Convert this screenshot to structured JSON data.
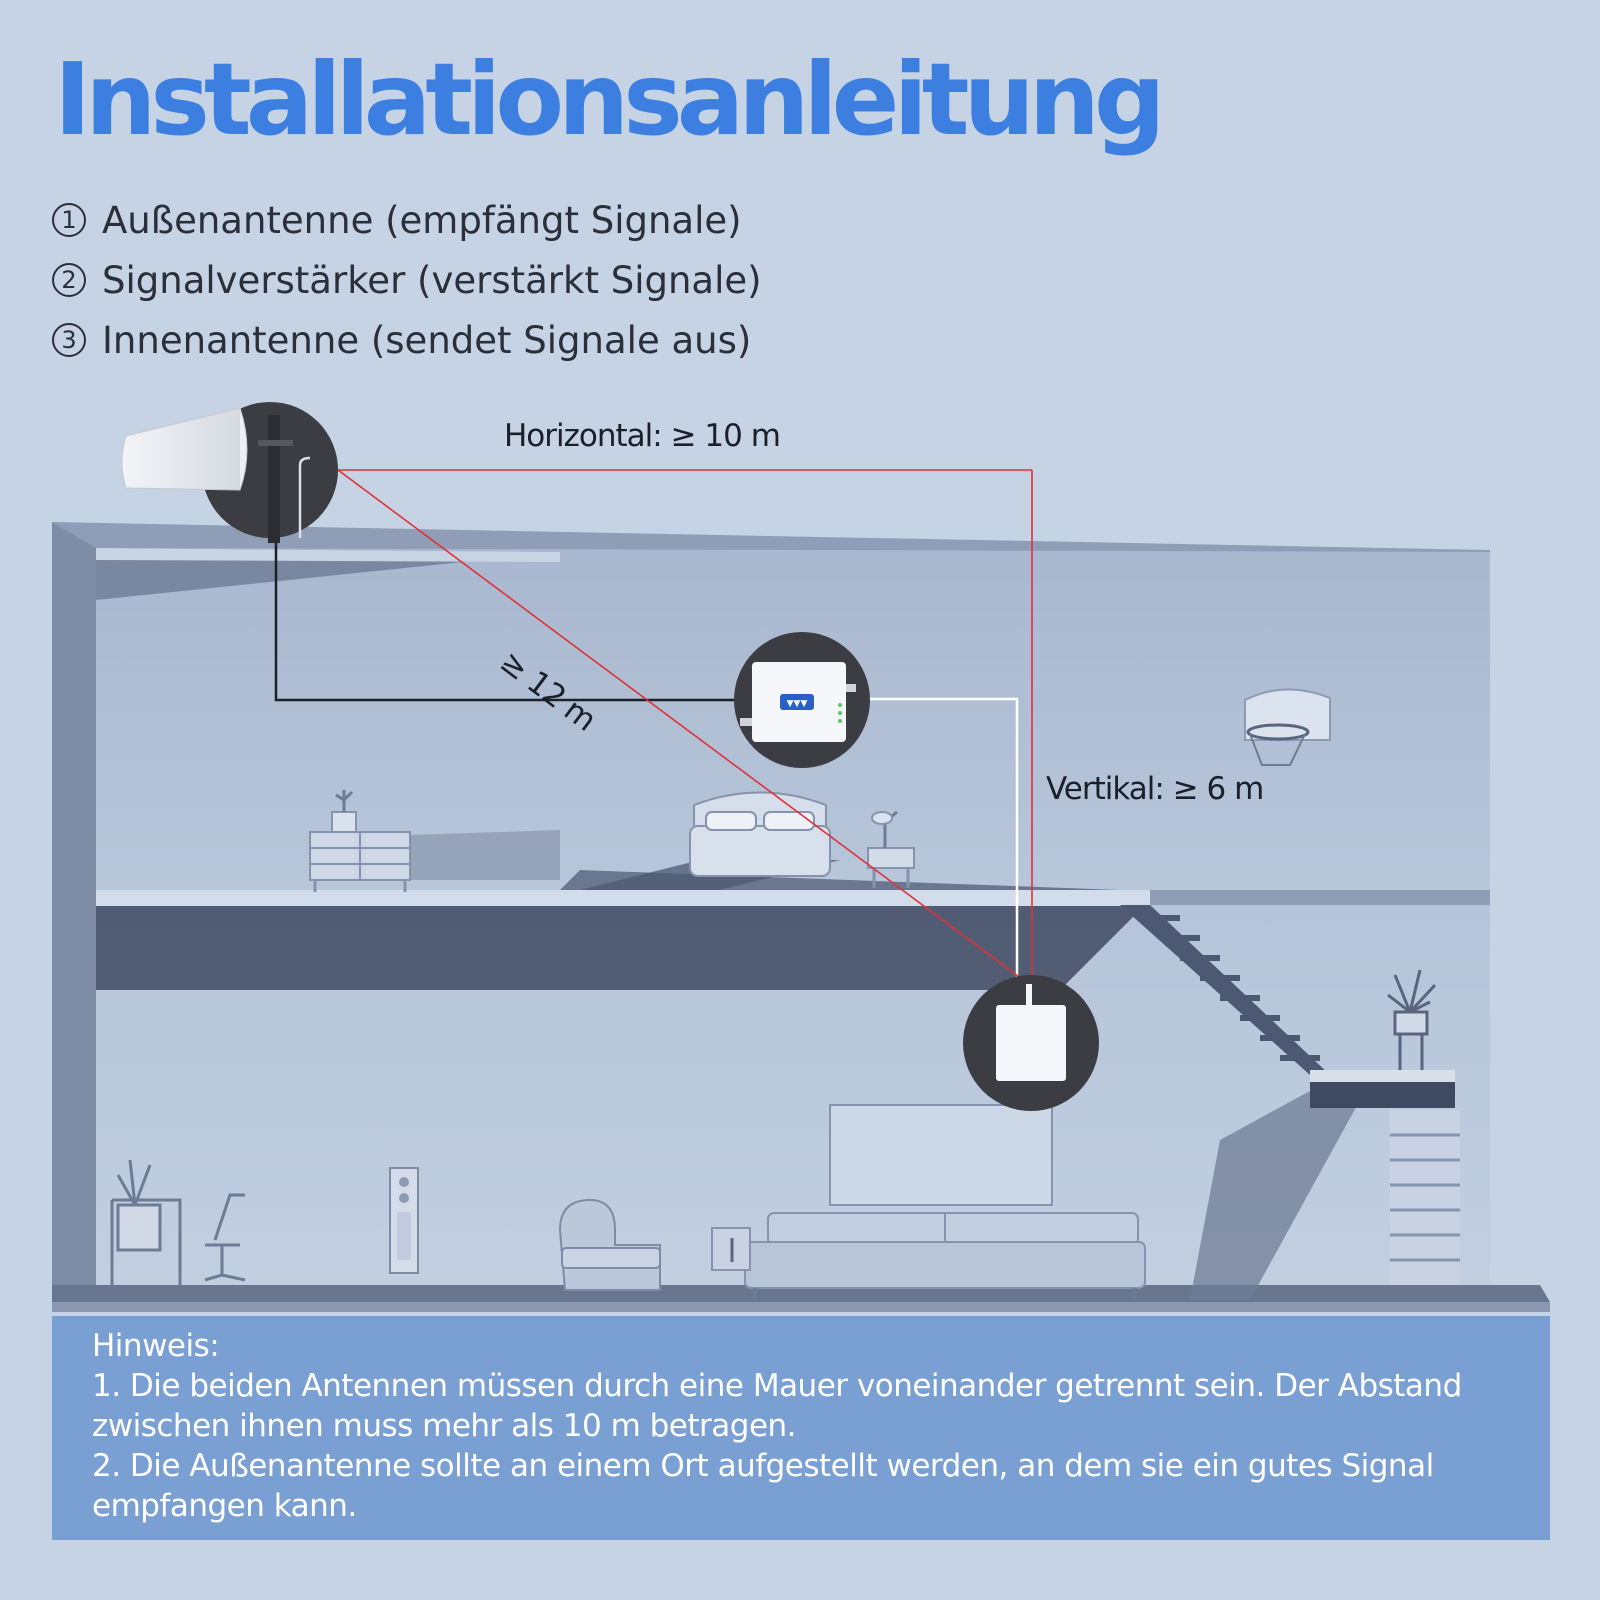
{
  "title": "Installationsanleitung",
  "legend": [
    {
      "num": "1",
      "text": "Außenantenne (empfängt Signale)"
    },
    {
      "num": "2",
      "text": "Signalverstärker (verstärkt Signale)"
    },
    {
      "num": "3",
      "text": "Innenantenne (sendet Signale aus)"
    }
  ],
  "dimensions": {
    "horizontal": "Horizontal: ≥ 10 m",
    "diagonal": "≥ 12 m",
    "vertical": "Vertikal: ≥ 6 m"
  },
  "note": {
    "heading": "Hinweis:",
    "items": [
      "1. Die beiden Antennen müssen durch eine Mauer voneinander getrennt sein. Der Abstand zwischen ihnen muss mehr als 10 m betragen.",
      "2. Die Außenantenne sollte an einem Ort aufgestellt werden, an dem sie ein gutes Signal empfangen kann."
    ]
  },
  "colors": {
    "title": "#3d7fe0",
    "background": "#c5d3e4",
    "note_background": "#7a9fd3",
    "measure_line": "#e0313a"
  }
}
